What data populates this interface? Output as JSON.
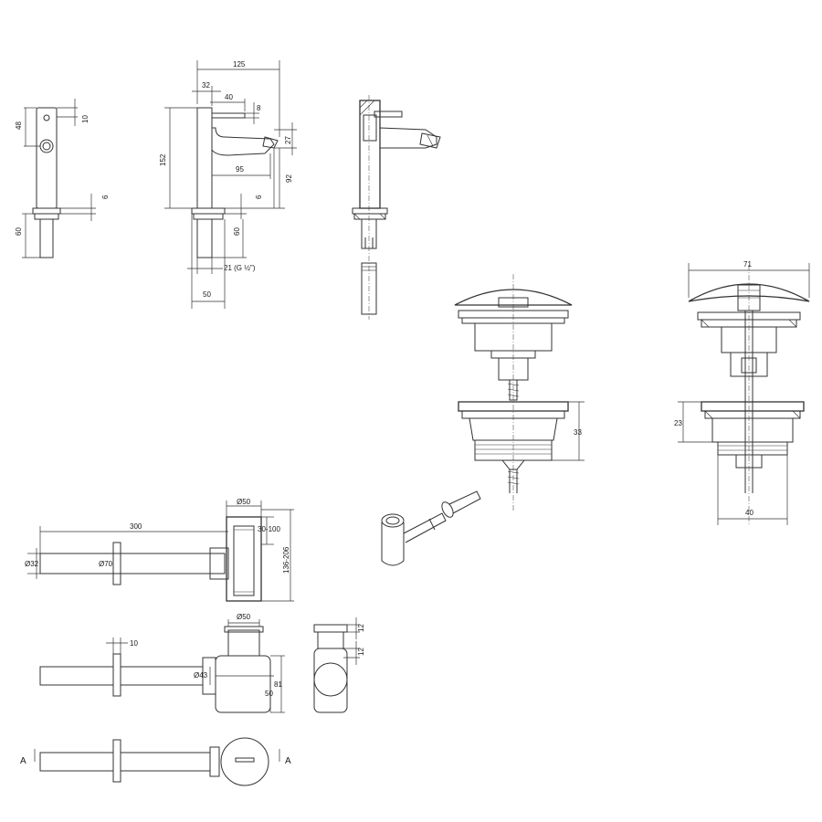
{
  "faucet_front": {
    "dim_48": "48",
    "dim_10": "10",
    "dim_6": "6",
    "dim_60": "60"
  },
  "faucet_side": {
    "dim_125": "125",
    "dim_32": "32",
    "dim_40": "40",
    "dim_8": "8",
    "dim_27": "27",
    "dim_152": "152",
    "dim_95": "95",
    "dim_92": "92",
    "dim_6": "6",
    "dim_60": "60",
    "dim_thread": "21 (G ½\")",
    "dim_50": "50"
  },
  "drain_section": {
    "dim_71": "71",
    "dim_23": "23",
    "dim_40": "40"
  },
  "drain_exploded": {
    "dim_33": "33"
  },
  "siphon_top": {
    "dim_d50": "Ø50",
    "dim_300": "300",
    "dim_30_100": "30-100",
    "dim_d32": "Ø32",
    "dim_d70": "Ø70",
    "dim_136_206": "136-206"
  },
  "siphon_front": {
    "dim_d50": "Ø50",
    "dim_10": "10",
    "dim_d43": "Ø43",
    "dim_81": "81",
    "dim_50": "50"
  },
  "siphon_side": {
    "dim_12a": "12",
    "dim_12b": "12"
  },
  "siphon_bottom": {
    "section_left": "A",
    "section_right": "A"
  }
}
